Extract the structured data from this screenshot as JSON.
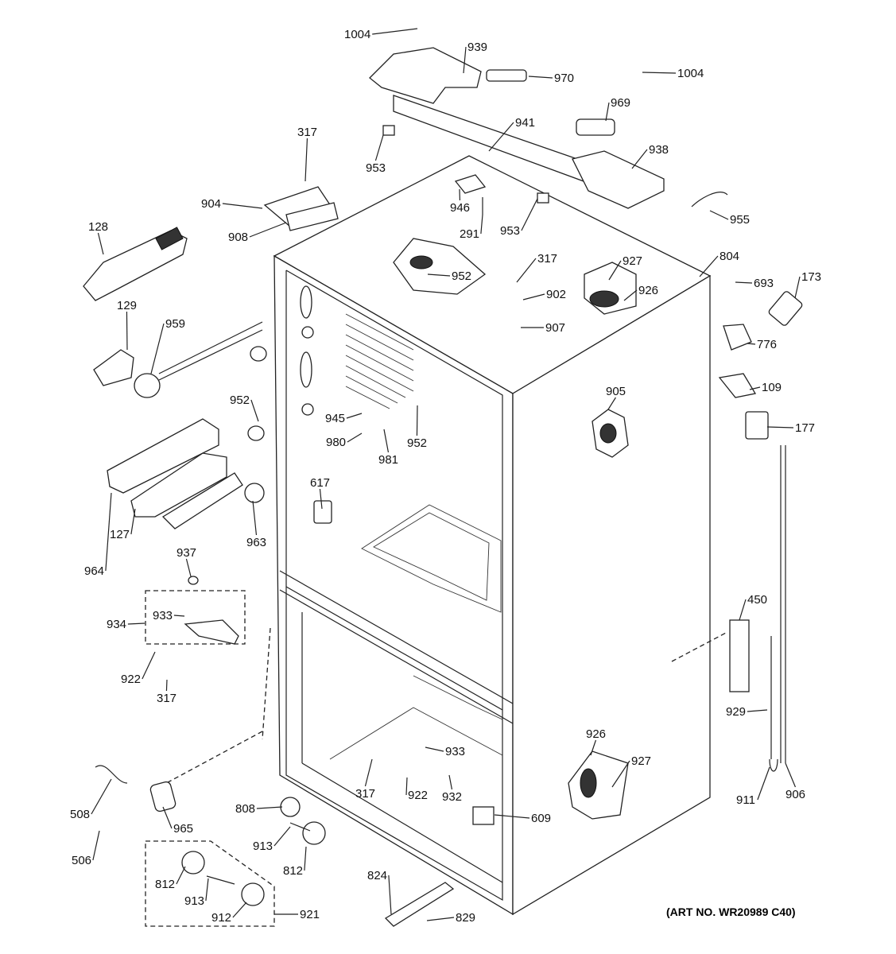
{
  "art_number": "(ART NO. WR20989 C40)",
  "callouts": [
    "1004",
    "939",
    "970",
    "1004",
    "969",
    "317",
    "941",
    "938",
    "953",
    "946",
    "904",
    "291",
    "953",
    "955",
    "908",
    "128",
    "317",
    "804",
    "927",
    "693",
    "173",
    "952",
    "902",
    "926",
    "129",
    "907",
    "959",
    "776",
    "952",
    "109",
    "905",
    "945",
    "952",
    "980",
    "981",
    "177",
    "617",
    "127",
    "963",
    "964",
    "937",
    "450",
    "934",
    "933",
    "922",
    "317",
    "929",
    "926",
    "927",
    "933",
    "317",
    "922",
    "932",
    "508",
    "965",
    "808",
    "609",
    "911",
    "906",
    "913",
    "506",
    "812",
    "812",
    "913",
    "824",
    "912",
    "921",
    "829"
  ]
}
